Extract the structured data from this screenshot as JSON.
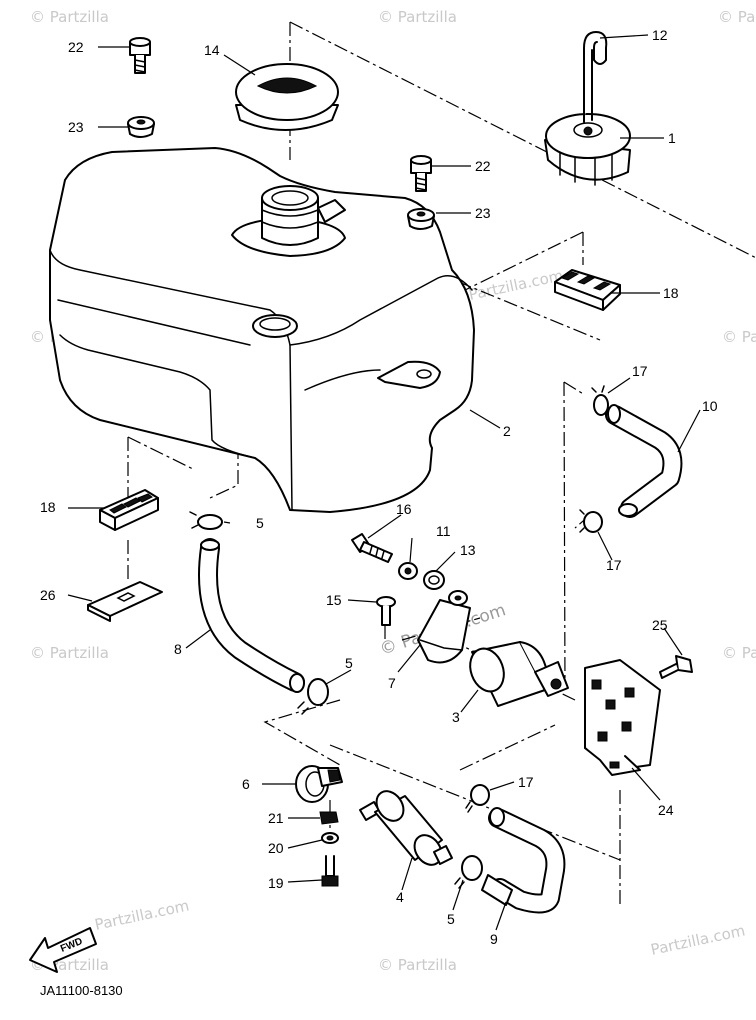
{
  "callouts": {
    "p1": "1",
    "p2": "2",
    "p3": "3",
    "p4": "4",
    "p5a": "5",
    "p5b": "5",
    "p5c": "5",
    "p6": "6",
    "p7": "7",
    "p8": "8",
    "p9": "9",
    "p10": "10",
    "p11": "11",
    "p12": "12",
    "p13": "13",
    "p14": "14",
    "p15": "15",
    "p16": "16",
    "p17a": "17",
    "p17b": "17",
    "p17c": "17",
    "p18a": "18",
    "p18b": "18",
    "p19": "19",
    "p20": "20",
    "p21": "21",
    "p22a": "22",
    "p22b": "22",
    "p23a": "23",
    "p23b": "23",
    "p24": "24",
    "p25": "25",
    "p26": "26"
  },
  "watermark": {
    "text": "© Partzilla",
    "center_text": "© Partzilla.com",
    "small_text": "Partzilla.com"
  },
  "fwd_label": "FWD",
  "diagram_code": "JA11100-8130"
}
